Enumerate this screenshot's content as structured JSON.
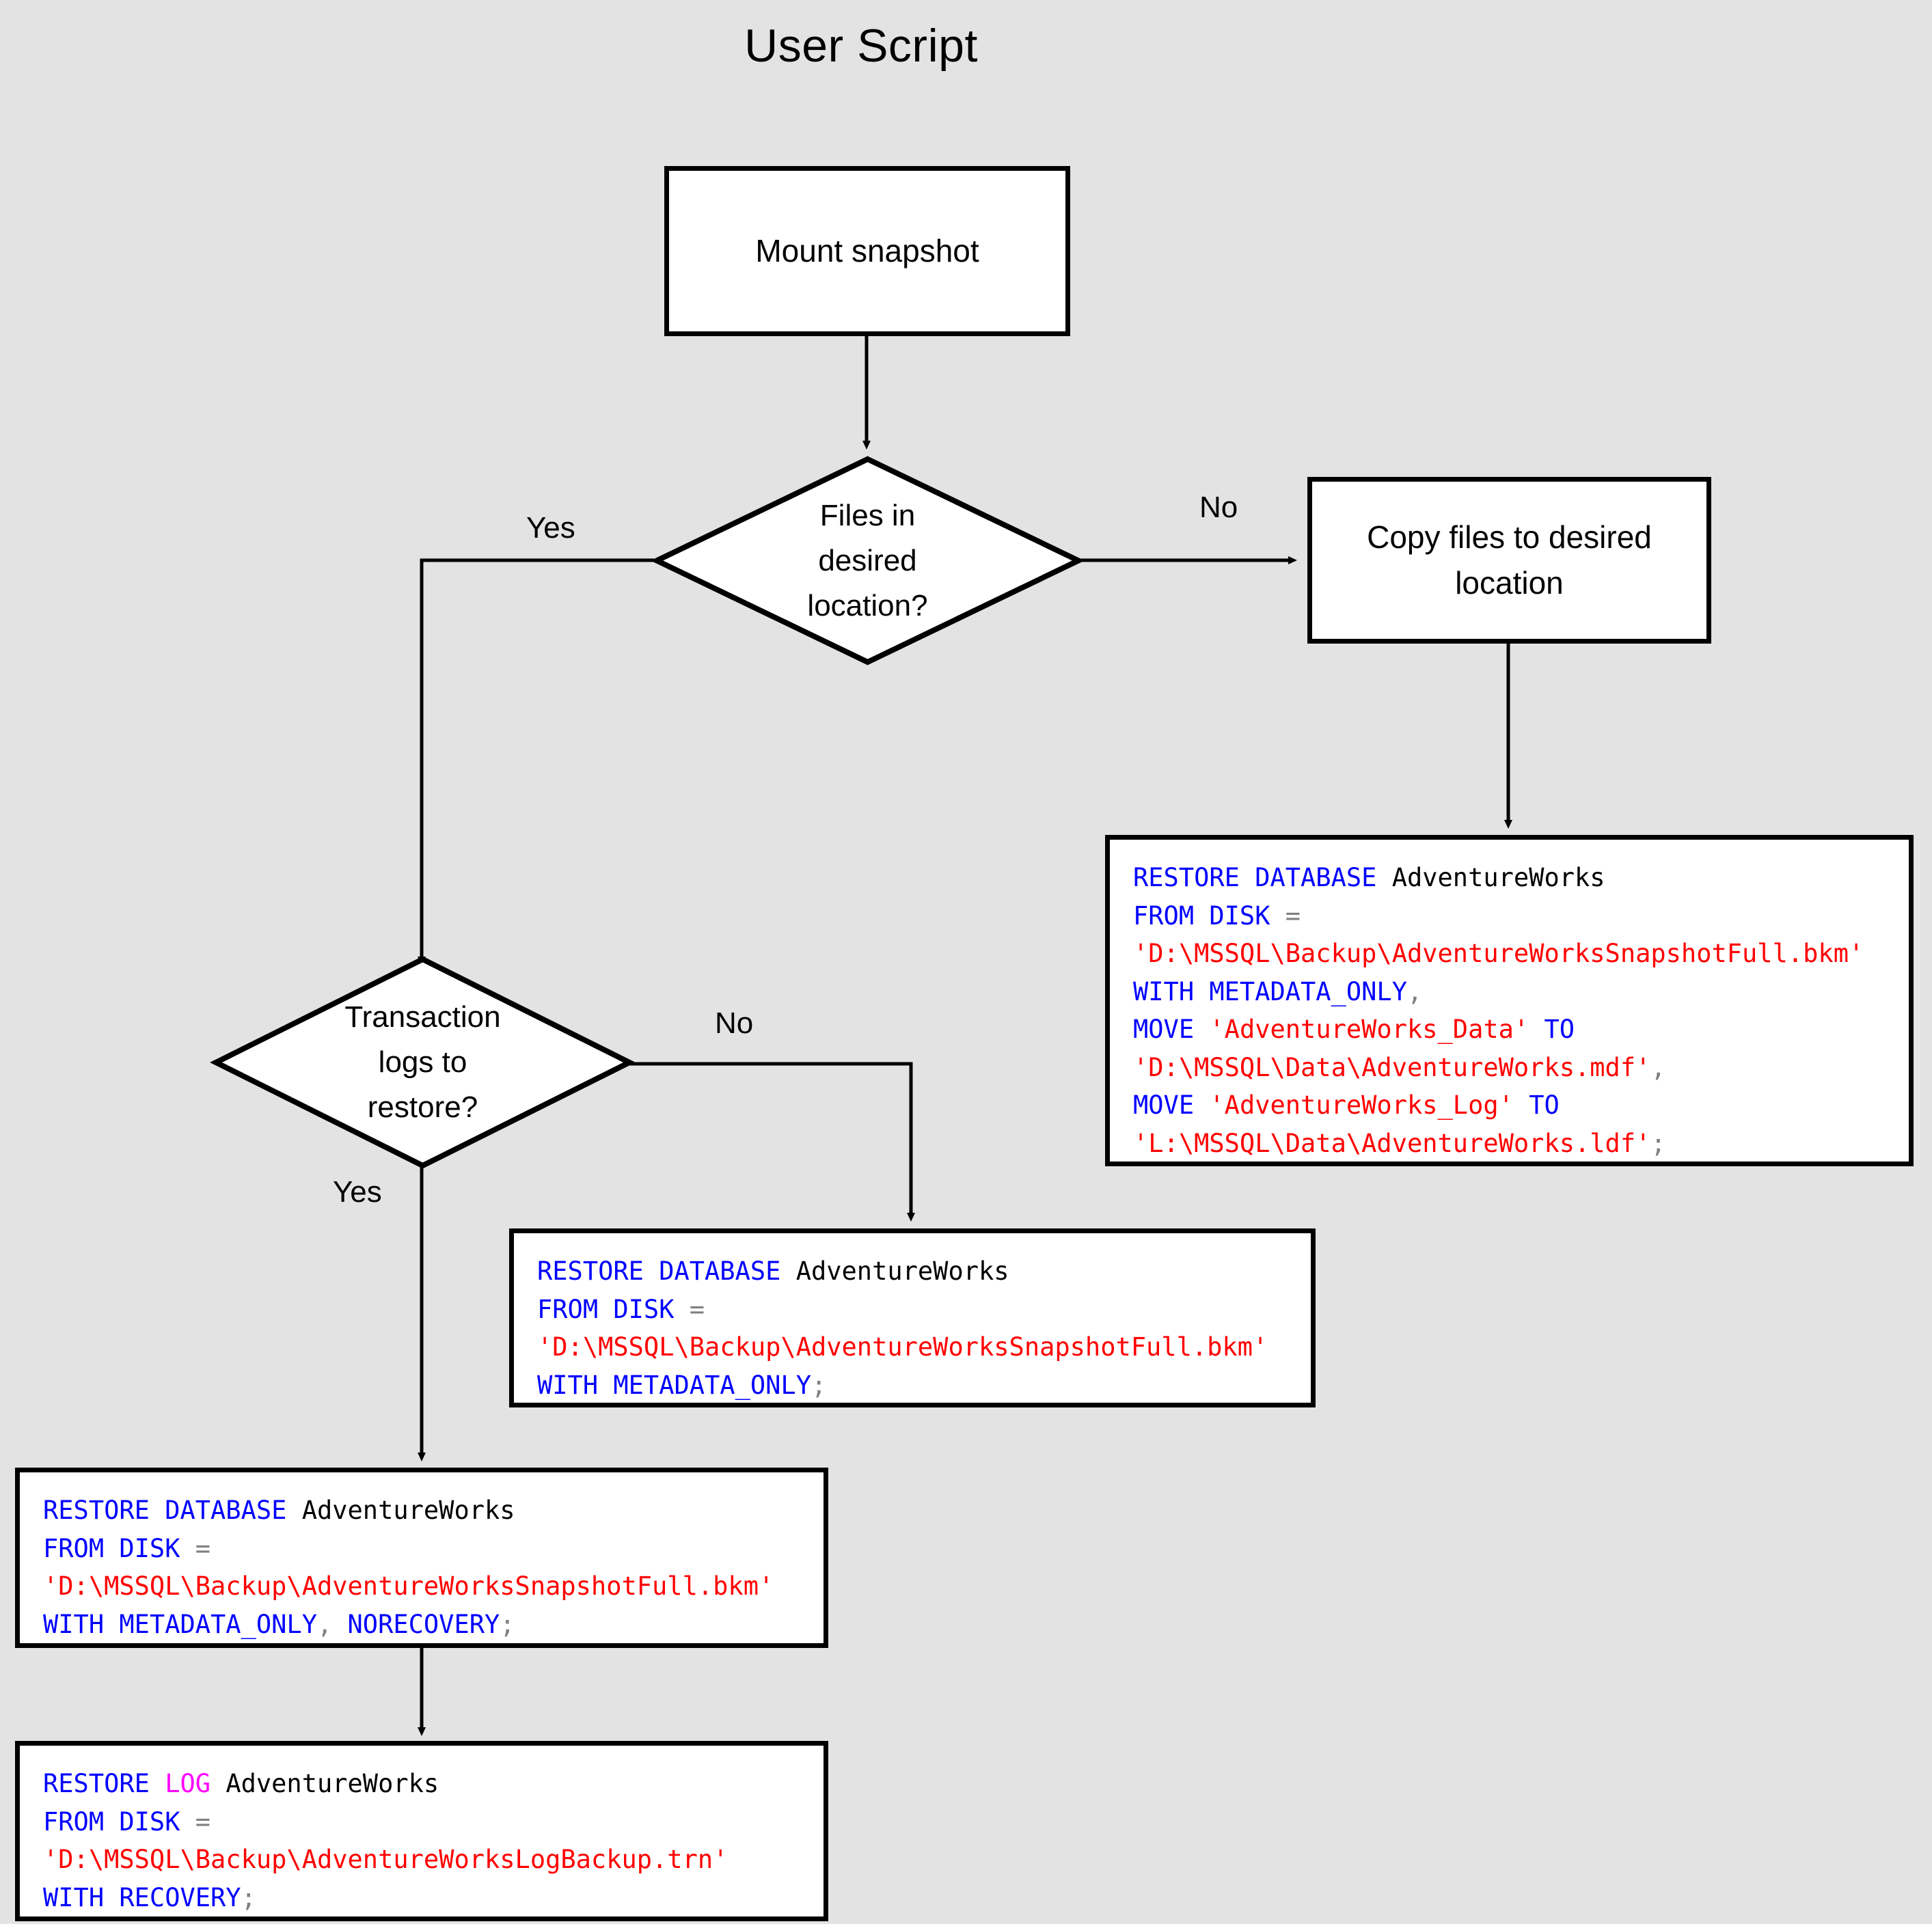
{
  "page": {
    "title": "User Script",
    "background_color": "#e3e3e3",
    "shape_fill": "#ffffff",
    "stroke_color": "#000000"
  },
  "colors": {
    "keyword": "#0000ff",
    "string": "#ff0000",
    "log_keyword": "#ff00ff",
    "punctuation": "#808080",
    "identifier": "#000000"
  },
  "nodes": {
    "mount_snapshot": {
      "label": "Mount snapshot",
      "type": "process"
    },
    "files_in_desired_location": {
      "label": "Files in\ndesired\nlocation?",
      "type": "decision"
    },
    "copy_files": {
      "label": "Copy files to desired\nlocation",
      "type": "process"
    },
    "transaction_logs": {
      "label": "Transaction\nlogs to\nrestore?",
      "type": "decision"
    }
  },
  "edge_labels": {
    "files_yes": "Yes",
    "files_no": "No",
    "logs_no": "No",
    "logs_yes": "Yes"
  },
  "code_blocks": {
    "restore_with_move": {
      "name": "restore-database-with-move",
      "lines": [
        [
          {
            "t": "RESTORE DATABASE ",
            "c": "kw"
          },
          {
            "t": "AdventureWorks",
            "c": "id"
          }
        ],
        [
          {
            "t": "FROM DISK ",
            "c": "kw"
          },
          {
            "t": "=",
            "c": "pun"
          }
        ],
        [
          {
            "t": "'D:\\MSSQL\\Backup\\AdventureWorksSnapshotFull.bkm'",
            "c": "str"
          }
        ],
        [
          {
            "t": "WITH METADATA_ONLY",
            "c": "kw"
          },
          {
            "t": ",",
            "c": "pun"
          }
        ],
        [
          {
            "t": "MOVE ",
            "c": "kw"
          },
          {
            "t": "'AdventureWorks_Data'",
            "c": "str"
          },
          {
            "t": " TO",
            "c": "kw"
          }
        ],
        [
          {
            "t": "'D:\\MSSQL\\Data\\AdventureWorks.mdf'",
            "c": "str"
          },
          {
            "t": ",",
            "c": "pun"
          }
        ],
        [
          {
            "t": "MOVE ",
            "c": "kw"
          },
          {
            "t": "'AdventureWorks_Log'",
            "c": "str"
          },
          {
            "t": " TO",
            "c": "kw"
          }
        ],
        [
          {
            "t": "'L:\\MSSQL\\Data\\AdventureWorks.ldf'",
            "c": "str"
          },
          {
            "t": ";",
            "c": "pun"
          }
        ]
      ]
    },
    "restore_metadata_only": {
      "name": "restore-database-metadata-only",
      "lines": [
        [
          {
            "t": "RESTORE DATABASE ",
            "c": "kw"
          },
          {
            "t": "AdventureWorks",
            "c": "id"
          }
        ],
        [
          {
            "t": "FROM DISK ",
            "c": "kw"
          },
          {
            "t": "=",
            "c": "pun"
          }
        ],
        [
          {
            "t": "'D:\\MSSQL\\Backup\\AdventureWorksSnapshotFull.bkm'",
            "c": "str"
          }
        ],
        [
          {
            "t": "WITH METADATA_ONLY",
            "c": "kw"
          },
          {
            "t": ";",
            "c": "pun"
          }
        ]
      ]
    },
    "restore_norecovery": {
      "name": "restore-database-norecovery",
      "lines": [
        [
          {
            "t": "RESTORE DATABASE ",
            "c": "kw"
          },
          {
            "t": "AdventureWorks",
            "c": "id"
          }
        ],
        [
          {
            "t": "FROM DISK ",
            "c": "kw"
          },
          {
            "t": "=",
            "c": "pun"
          }
        ],
        [
          {
            "t": "'D:\\MSSQL\\Backup\\AdventureWorksSnapshotFull.bkm'",
            "c": "str"
          }
        ],
        [
          {
            "t": "WITH METADATA_ONLY",
            "c": "kw"
          },
          {
            "t": ", ",
            "c": "pun"
          },
          {
            "t": "NORECOVERY",
            "c": "kw"
          },
          {
            "t": ";",
            "c": "pun"
          }
        ]
      ]
    },
    "restore_log": {
      "name": "restore-log-recovery",
      "lines": [
        [
          {
            "t": "RESTORE ",
            "c": "kw"
          },
          {
            "t": "LOG",
            "c": "log"
          },
          {
            "t": " AdventureWorks",
            "c": "id"
          }
        ],
        [
          {
            "t": "FROM DISK ",
            "c": "kw"
          },
          {
            "t": "=",
            "c": "pun"
          }
        ],
        [
          {
            "t": "'D:\\MSSQL\\Backup\\AdventureWorksLogBackup.trn'",
            "c": "str"
          }
        ],
        [
          {
            "t": "WITH RECOVERY",
            "c": "kw"
          },
          {
            "t": ";",
            "c": "pun"
          }
        ]
      ]
    }
  }
}
